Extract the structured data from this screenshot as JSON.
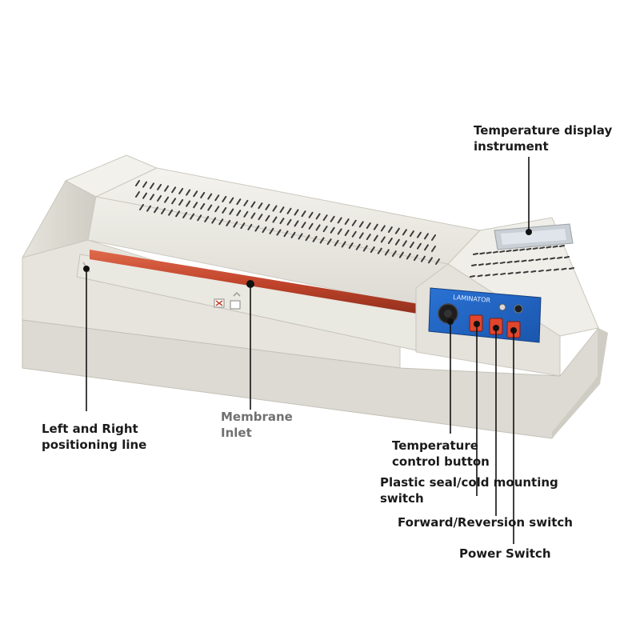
{
  "product": {
    "panel_brand": "LAMINATOR",
    "colors": {
      "body": "#ecebe4",
      "body_shadow": "#cfcdc3",
      "roller": "#c0442b",
      "panel": "#1f63c2",
      "switch": "#e2452d",
      "callout_line": "#111111"
    }
  },
  "callouts": {
    "temperature_display": {
      "line1": "Temperature display",
      "line2": "instrument"
    },
    "positioning_line": {
      "line1": "Left and Right",
      "line2": "positioning line"
    },
    "membrane_inlet": {
      "line1": "Membrane",
      "line2": "Inlet"
    },
    "temperature_control": {
      "line1": "Temperature",
      "line2": "control button"
    },
    "plastic_seal": {
      "line1": "Plastic seal/cold mounting",
      "line2": "switch"
    },
    "forward_reversion": {
      "line1": "Forward/Reversion switch"
    },
    "power_switch": {
      "line1": "Power Switch"
    }
  }
}
